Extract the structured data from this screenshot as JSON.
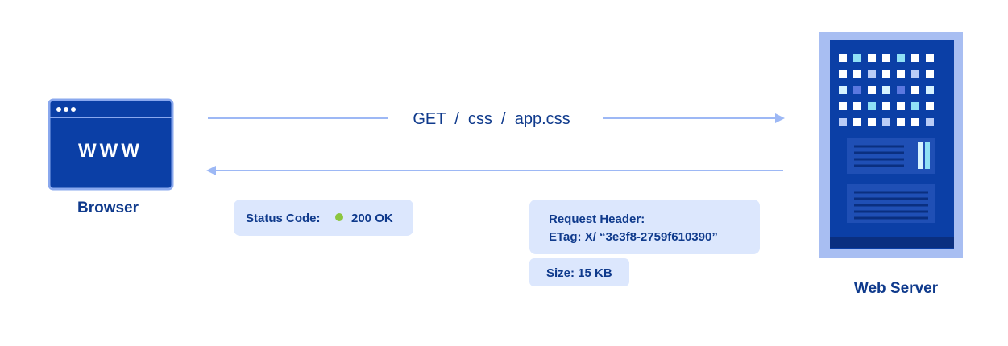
{
  "request": {
    "text": "GET  /  css  /  app.css"
  },
  "browser": {
    "window_glyph": "WWW",
    "label": "Browser"
  },
  "server": {
    "label": "Web Server"
  },
  "status_box": {
    "label": "Status Code:",
    "value": "200 OK",
    "dot_color": "#8cc63f"
  },
  "request_header_box": {
    "title": "Request Header:",
    "etag": "ETag: X/ “3e3f8-2759f610390”"
  },
  "size_box": {
    "text": "Size: 15 KB"
  },
  "colors": {
    "primary": "#0b3fa6",
    "text_dark": "#0f3a8c",
    "arrow": "#9db8f5",
    "box_bg": "#dce7fd",
    "server_frame": "#a8bef2",
    "browser_bar_border": "#8aa8ee"
  }
}
